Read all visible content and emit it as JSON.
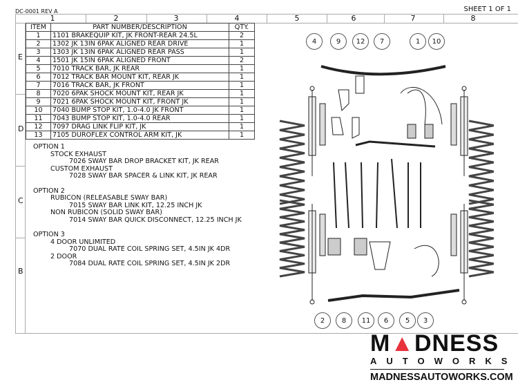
{
  "header": {
    "doc_id": "DC-0001  REV A",
    "sheet": "SHEET 1 OF 1"
  },
  "zones": {
    "columns": [
      "1",
      "2",
      "3",
      "4",
      "5",
      "6",
      "7",
      "8"
    ],
    "rows": [
      "E",
      "D",
      "C",
      "B"
    ]
  },
  "bom": {
    "headers": {
      "item": "ITEM",
      "desc": "PART NUMBER/DESCRIPTION",
      "qty": "QTY."
    },
    "rows": [
      {
        "item": "1",
        "desc": "1101 BRAKEQUIP KIT, JK FRONT-REAR 24.5L",
        "qty": "2"
      },
      {
        "item": "2",
        "desc": "1302 JK 13IN 6PAK ALIGNED REAR DRIVE",
        "qty": "1"
      },
      {
        "item": "3",
        "desc": "1303 JK 13IN 6PAK ALIGNED REAR PASS",
        "qty": "1"
      },
      {
        "item": "4",
        "desc": "1501 JK 15IN 6PAK ALIGNED FRONT",
        "qty": "2"
      },
      {
        "item": "5",
        "desc": "7010 TRACK BAR, JK REAR",
        "qty": "1"
      },
      {
        "item": "6",
        "desc": "7012 TRACK BAR MOUNT KIT, REAR JK",
        "qty": "1"
      },
      {
        "item": "7",
        "desc": "7016 TRACK BAR, JK FRONT",
        "qty": "1"
      },
      {
        "item": "8",
        "desc": "7020 6PAK SHOCK MOUNT KIT, REAR JK",
        "qty": "1"
      },
      {
        "item": "9",
        "desc": "7021 6PAK SHOCK MOUNT KIT, FRONT JK",
        "qty": "1"
      },
      {
        "item": "10",
        "desc": "7040 BUMP STOP KIT, 1.0-4.0 JK FRONT",
        "qty": "1"
      },
      {
        "item": "11",
        "desc": "7043 BUMP STOP KIT, 1.0-4.0 REAR",
        "qty": "1"
      },
      {
        "item": "12",
        "desc": "7097 DRAG LINK FLIP KIT, JK",
        "qty": "1"
      },
      {
        "item": "13",
        "desc": "7105 DUROFLEX CONTROL ARM KIT, JK",
        "qty": "1"
      }
    ]
  },
  "options": [
    {
      "title": "OPTION 1",
      "choices": [
        {
          "name": "STOCK EXHAUST",
          "part": "7026 SWAY BAR DROP BRACKET KIT, JK REAR"
        },
        {
          "name": "CUSTOM EXHAUST",
          "part": "7028 SWAY BAR SPACER & LINK KIT, JK REAR"
        }
      ]
    },
    {
      "title": "OPTION 2",
      "choices": [
        {
          "name": "RUBICON (RELEASABLE SWAY BAR)",
          "part": "7015 SWAY BAR LINK KIT, 12.25 INCH JK"
        },
        {
          "name": "NON RUBICON  (SOLID SWAY BAR)",
          "part": "7014 SWAY BAR QUICK DISCONNECT, 12.25 INCH JK"
        }
      ]
    },
    {
      "title": "OPTION 3",
      "choices": [
        {
          "name": "4 DOOR UNLIMITED",
          "part": "7070 DUAL RATE COIL SPRING SET, 4.5IN JK 4DR"
        },
        {
          "name": "2 DOOR",
          "part": "7084 DUAL RATE COIL SPRING SET, 4.5IN JK 2DR"
        }
      ]
    }
  ],
  "balloons_top": [
    "4",
    "9",
    "12",
    "7",
    "1",
    "10"
  ],
  "balloons_bottom": [
    "2",
    "8",
    "11",
    "6",
    "5",
    "3"
  ],
  "logo": {
    "main": "MADNESS",
    "sub": "AUTOWORKS",
    "url": "MADNESSAUTOWORKS.COM",
    "accent": "#e8323c"
  }
}
